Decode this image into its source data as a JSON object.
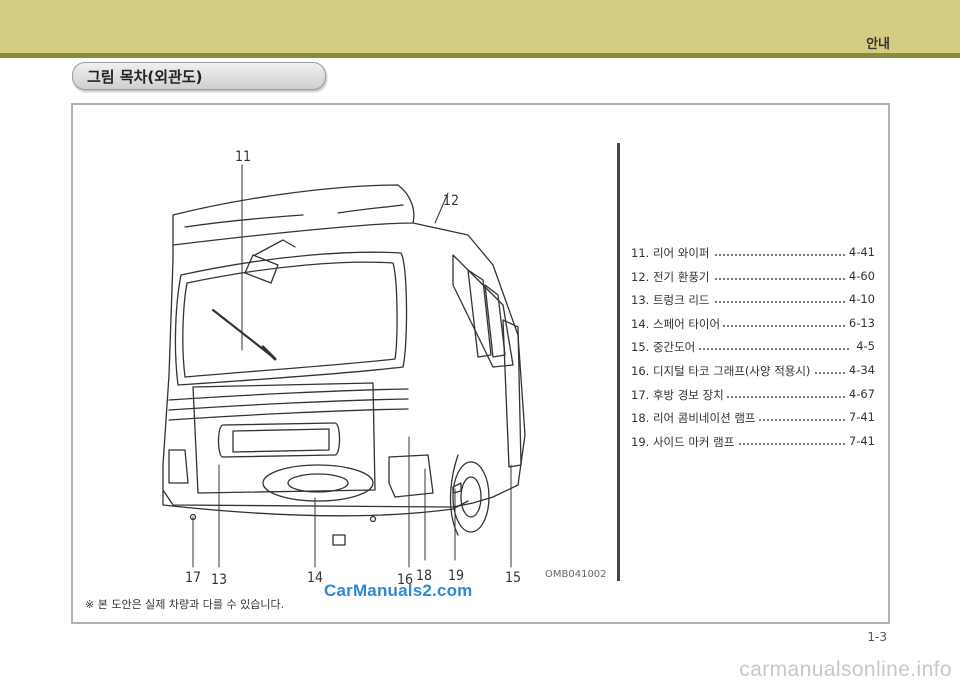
{
  "header": {
    "title": "안내"
  },
  "section": {
    "title": "그림 목차(외관도)"
  },
  "figure": {
    "callouts": [
      "11",
      "12",
      "13",
      "14",
      "15",
      "16",
      "17",
      "18",
      "19"
    ],
    "image_code": "OMB041002"
  },
  "toc": {
    "items": [
      {
        "label": "11. 리어 와이퍼",
        "page": "4-41"
      },
      {
        "label": "12. 전기 환풍기",
        "page": "4-60"
      },
      {
        "label": "13. 트렁크 리드",
        "page": "4-10"
      },
      {
        "label": "14. 스페어 타이어",
        "page": "6-13"
      },
      {
        "label": "15. 중간도어",
        "page": "4-5"
      },
      {
        "label": "16. 디지털 타코 그래프(사양 적용시)",
        "page": "4-34"
      },
      {
        "label": "17. 후방 경보 장치",
        "page": "4-67"
      },
      {
        "label": "18. 리어 콤비네이션 램프",
        "page": "7-41"
      },
      {
        "label": "19. 사이드 마커 램프",
        "page": "7-41"
      }
    ]
  },
  "footnote": "※ 본 도안은 실제 차량과 다를 수 있습니다.",
  "watermark_mid": "CarManuals2.com",
  "page_number": "1-3",
  "watermark_bottom": "carmanualsonline.info"
}
